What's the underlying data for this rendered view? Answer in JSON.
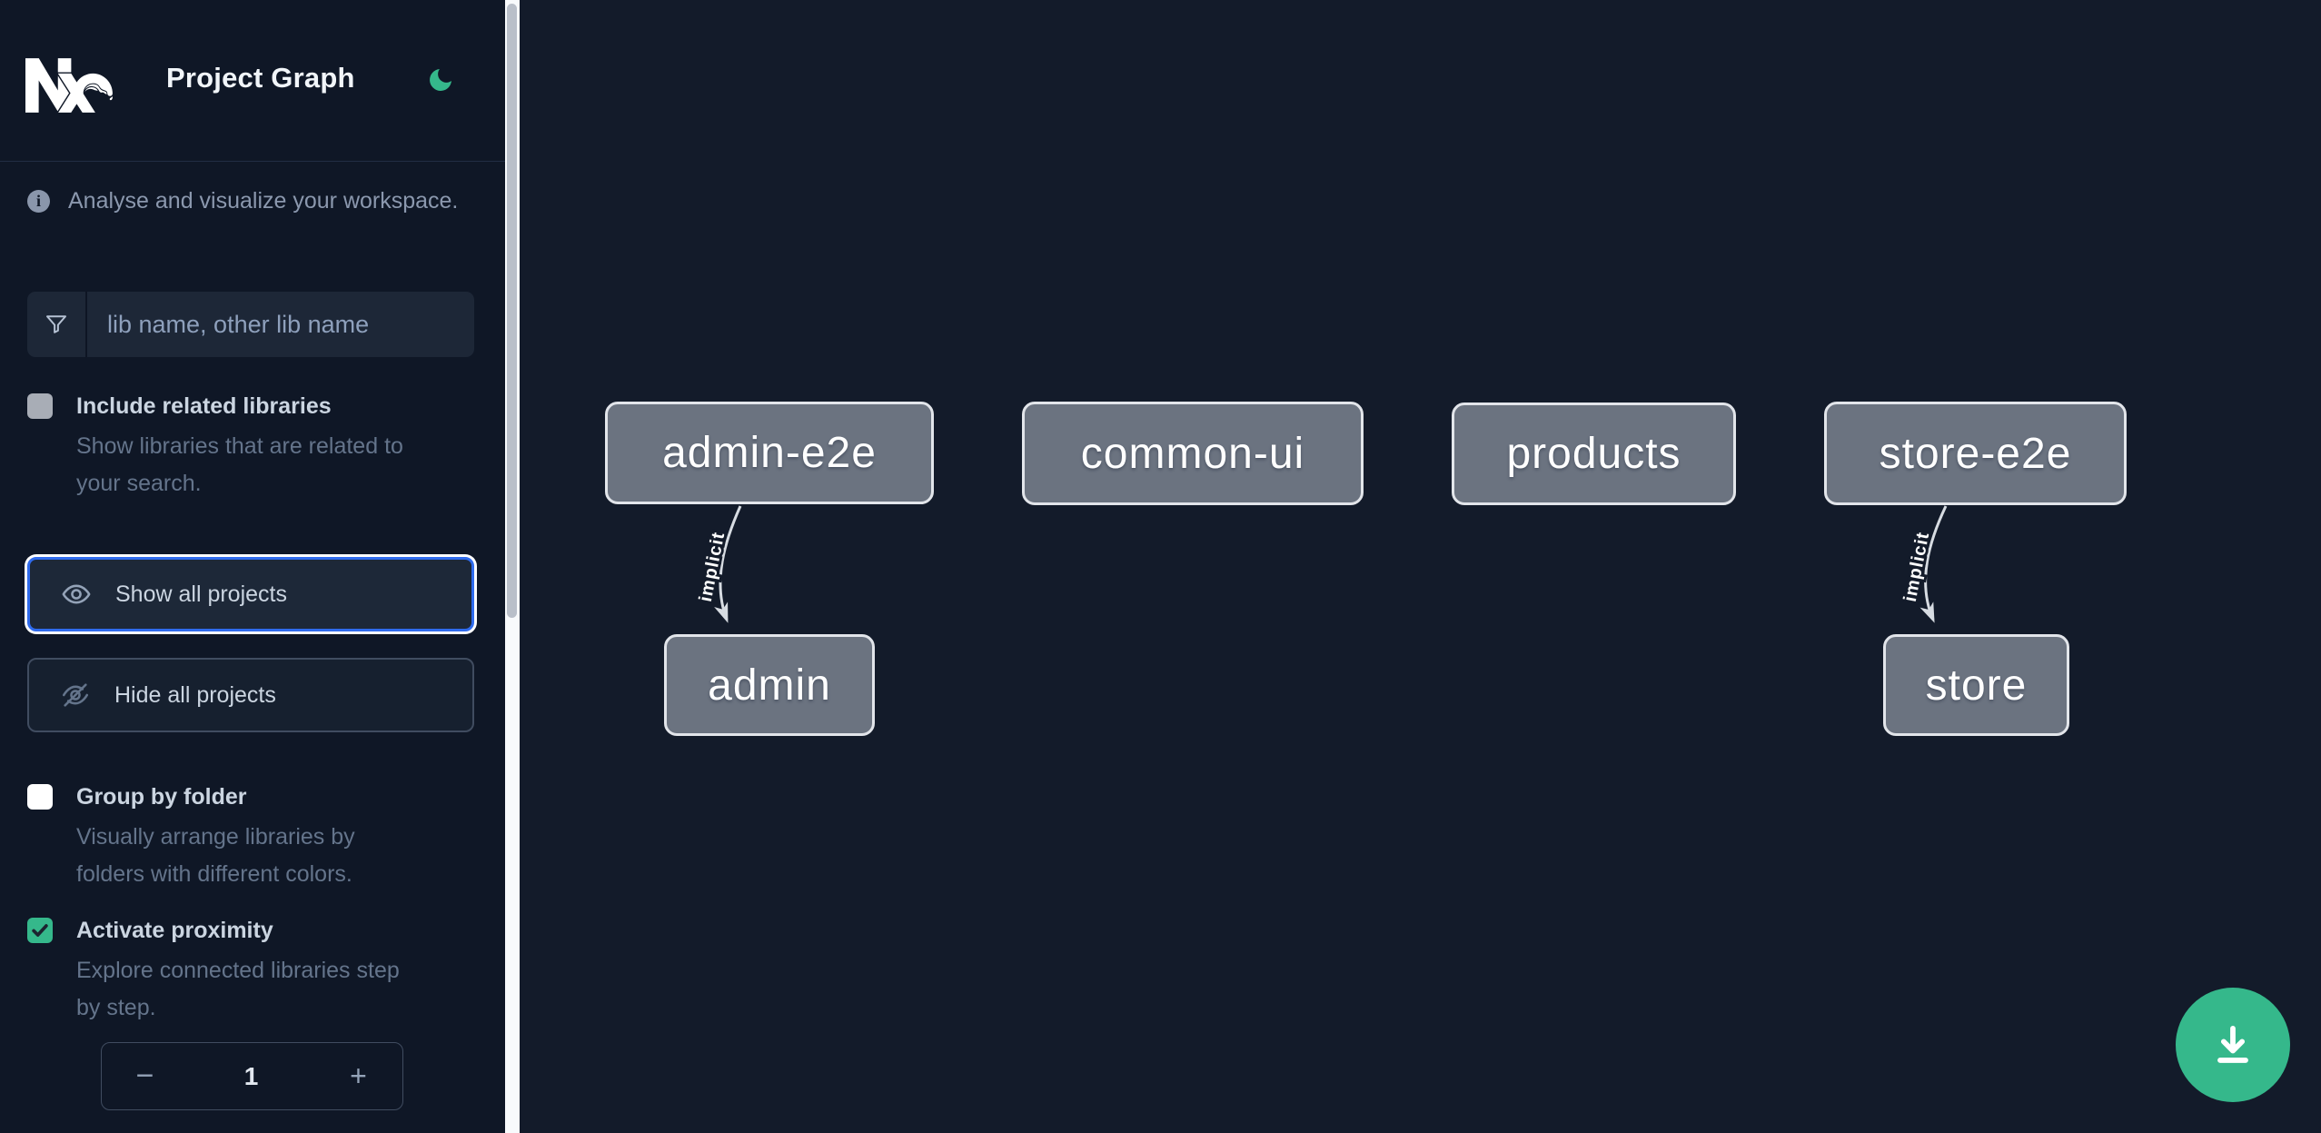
{
  "header": {
    "title": "Project Graph"
  },
  "sidebar": {
    "info_text": "Analyse and visualize your workspace.",
    "search": {
      "placeholder": "lib name, other lib name",
      "value": ""
    },
    "include_related": {
      "label": "Include related libraries",
      "desc_lines": [
        "Show libraries that are related to",
        "your search."
      ],
      "checked": false
    },
    "buttons": {
      "show_all": "Show all projects",
      "hide_all": "Hide all projects"
    },
    "group_by_folder": {
      "label": "Group by folder",
      "desc_lines": [
        "Visually arrange libraries by",
        "folders with different colors."
      ],
      "checked": false
    },
    "proximity": {
      "label": "Activate proximity",
      "desc_lines": [
        "Explore connected libraries step",
        "by step."
      ],
      "checked": true
    },
    "stepper": {
      "decrement_label": "−",
      "value": "1",
      "increment_label": "+"
    }
  },
  "graph": {
    "nodes": [
      {
        "label": "admin-e2e"
      },
      {
        "label": "common-ui"
      },
      {
        "label": "products"
      },
      {
        "label": "store-e2e"
      },
      {
        "label": "admin"
      },
      {
        "label": "store"
      }
    ],
    "edges": [
      {
        "from": "admin-e2e",
        "to": "admin",
        "label": "implicit"
      },
      {
        "from": "store-e2e",
        "to": "store",
        "label": "implicit"
      }
    ]
  },
  "icons": {
    "theme": "moon-icon",
    "info": "info-icon",
    "search": "filter-icon",
    "show_all": "eye-icon",
    "hide_all": "eye-off-icon",
    "fab": "download-icon"
  },
  "colors": {
    "accent_green": "#35b88b",
    "focus_blue": "#2f6bed",
    "node_fill": "#6b7380",
    "node_border": "#e2e5ea",
    "sidebar_bg": "#0f1726",
    "canvas_bg": "#131b2a",
    "edge": "#d7dce2"
  }
}
